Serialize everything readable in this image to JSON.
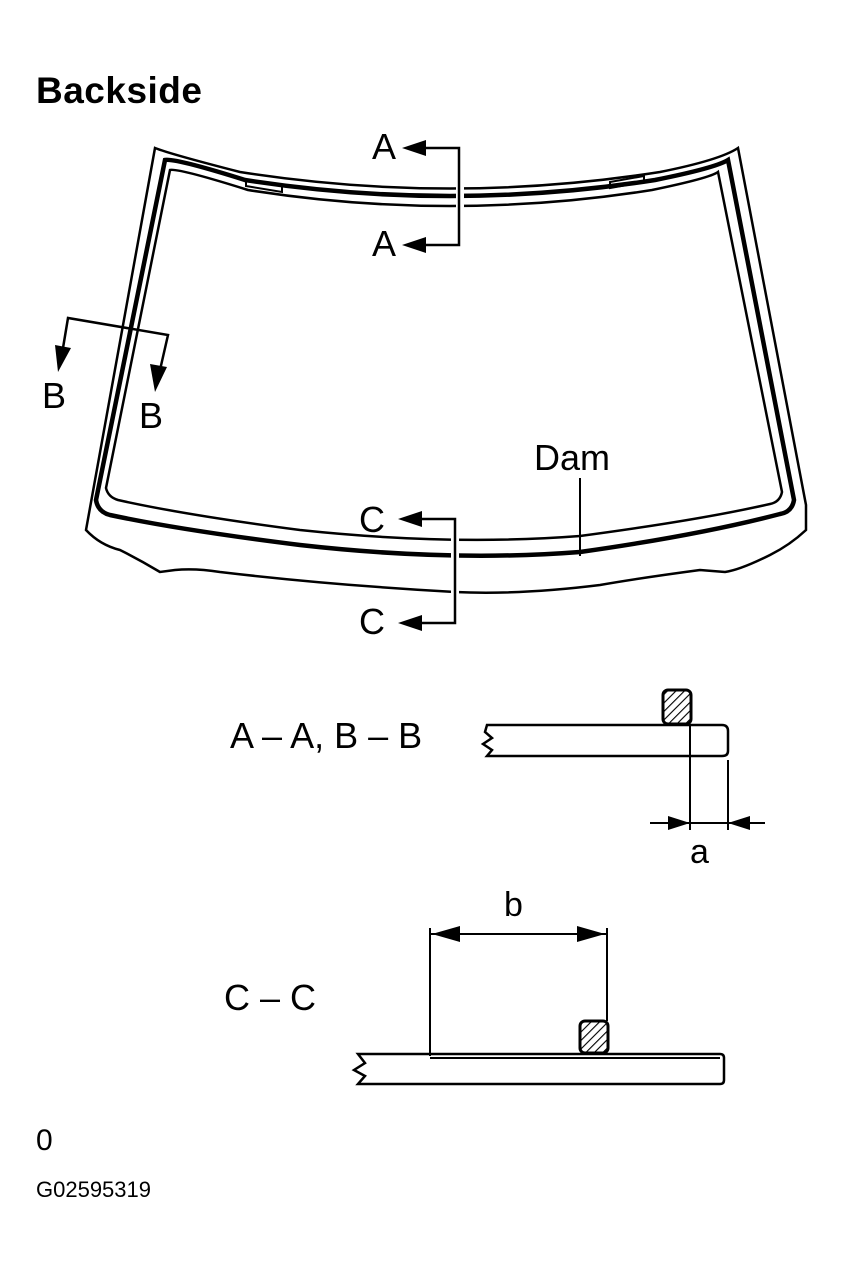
{
  "diagram": {
    "title": "Backside",
    "windshield": {
      "section_markers": {
        "a_top": "A",
        "a_bottom": "A",
        "b_left": "B",
        "b_right": "B",
        "c_top": "C",
        "c_bottom": "C"
      },
      "callout": "Dam"
    },
    "section_aa_bb": {
      "label": "A – A, B – B",
      "dimension": "a"
    },
    "section_cc": {
      "label": "C – C",
      "dimension": "b"
    },
    "figure_number": "0",
    "figure_code": "G02595319"
  },
  "colors": {
    "ink": "#000000",
    "background": "#ffffff"
  }
}
